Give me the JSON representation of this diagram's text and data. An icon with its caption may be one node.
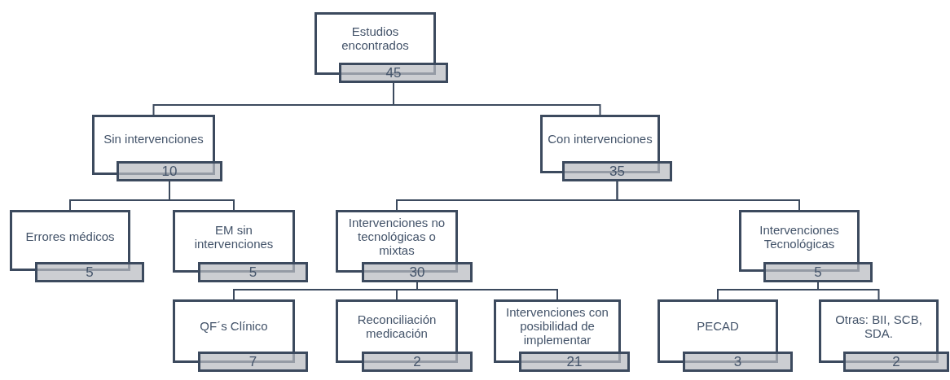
{
  "diagram": {
    "nodes": [
      {
        "text": [
          "Estudios encontrados",
          "45"
        ]
      },
      {
        "text": [
          "Sin intervenciones",
          "10"
        ]
      },
      {
        "text": [
          "Con intervenciones",
          "35"
        ]
      },
      {
        "text": [
          "Errores médicos",
          "5"
        ]
      },
      {
        "text": [
          "EM sin intervenciones",
          "5"
        ]
      },
      {
        "text": [
          "Intervenciones no tecnológicas o mixtas",
          "30"
        ]
      },
      {
        "text": [
          "Intervenciones Tecnológicas",
          "5"
        ]
      },
      {
        "text": [
          "QF´s Clínico",
          "7"
        ]
      },
      {
        "text": [
          "Reconciliación medicación",
          "2"
        ]
      },
      {
        "text": [
          "Intervenciones con posibilidad de implementar",
          "21"
        ]
      },
      {
        "text": [
          "PECAD",
          "3"
        ]
      },
      {
        "text": [
          "Otras: BII, SCB, SDA.",
          "2"
        ]
      }
    ],
    "edges": [
      {
        "from": 0,
        "to": 1,
        "arrow": "none"
      },
      {
        "from": 0,
        "to": 2,
        "arrow": "none"
      },
      {
        "from": 1,
        "to": 3,
        "arrow": "none"
      },
      {
        "from": 1,
        "to": 4,
        "arrow": "none"
      },
      {
        "from": 2,
        "to": 5,
        "arrow": "none"
      },
      {
        "from": 2,
        "to": 6,
        "arrow": "none"
      },
      {
        "from": 5,
        "to": 7,
        "arrow": "none"
      },
      {
        "from": 5,
        "to": 8,
        "arrow": "none"
      },
      {
        "from": 5,
        "to": 9,
        "arrow": "none"
      },
      {
        "from": 6,
        "to": 10,
        "arrow": "none"
      },
      {
        "from": 6,
        "to": 11,
        "arrow": "none"
      }
    ]
  }
}
